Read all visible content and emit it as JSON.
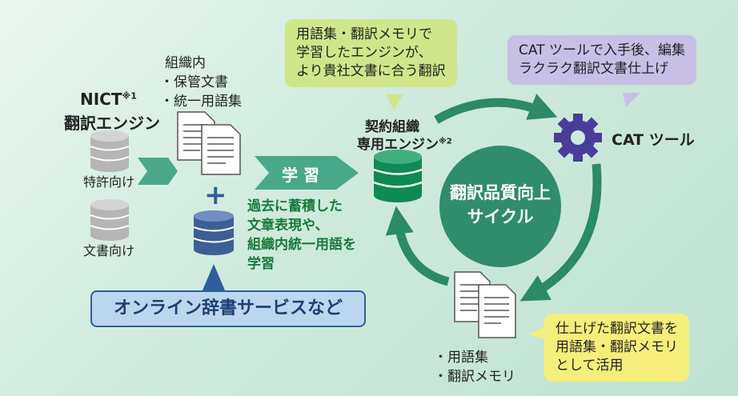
{
  "nict": {
    "title": "NICT",
    "title_sup": "※1",
    "subtitle": "翻訳エンジン",
    "db_patent": "特許向け",
    "db_document": "文書向け"
  },
  "org": {
    "title": "組織内",
    "item1": "・保管文書",
    "item2": "・統一用語集"
  },
  "learn_arrow": "学 習",
  "plus": "+",
  "learn_text": [
    "過去に蓄積した",
    "文章表現や、",
    "組織内統一用語を",
    "学習"
  ],
  "online_service": "オンライン辞書サービスなど",
  "engine": {
    "line1": "契約組織",
    "line2": "専用エンジン",
    "sup": "※2"
  },
  "cycle": {
    "line1": "翻訳品質向上",
    "line2": "サイクル"
  },
  "cat_tool": "CAT ツール",
  "bubble_green": [
    "用語集・翻訳メモリで",
    "学習したエンジンが、",
    "より貴社文書に合う翻訳"
  ],
  "bubble_purple": [
    "CAT ツールで入手後、編集",
    "ラクラク翻訳文書仕上げ"
  ],
  "bubble_yellow": [
    "仕上げた翻訳文書を",
    "用語集・翻訳メモリ",
    "として活用"
  ],
  "memory": {
    "item1": "・用語集",
    "item2": "・翻訳メモリ"
  },
  "colors": {
    "teal": "#2c8a68",
    "engine_green": "#0e8a55",
    "db_gray": "#b5b5b5",
    "db_blue": "#3c5f98",
    "online_border": "#2e5f9c"
  }
}
